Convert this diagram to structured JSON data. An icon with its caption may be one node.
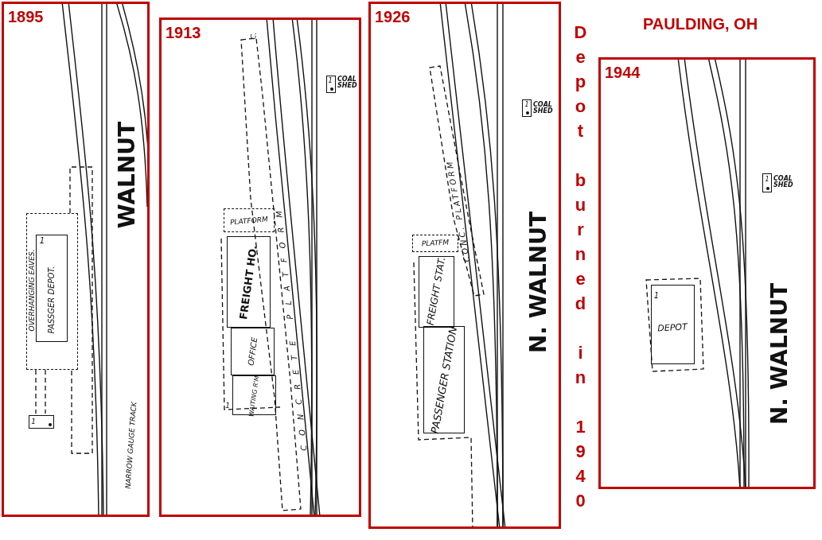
{
  "diagram": {
    "title": "PAULDING, OH",
    "nodes": [
      {
        "text": [
          "1895"
        ]
      },
      {
        "text": [
          "OVERHANGING EAVES."
        ],
        "in": 0
      },
      {
        "text": [
          "PASSGER DEPOT."
        ],
        "in": 1
      },
      {
        "text": [],
        "shape": "box",
        "in": 0
      },
      {
        "text": [
          "1913"
        ]
      },
      {
        "text": [
          "CONCRETE PLATFORM"
        ],
        "in": 4
      },
      {
        "text": [
          "PLATFORM"
        ],
        "in": 4
      },
      {
        "text": [
          "FREIGHT HO."
        ],
        "in": 4
      },
      {
        "text": [
          "OFFICE"
        ],
        "in": 4
      },
      {
        "text": [
          "WAITING R'M."
        ],
        "in": 4
      },
      {
        "text": [],
        "shape": "box",
        "in": 4,
        "beside": [
          "COAL SHED"
        ]
      },
      {
        "text": [
          "1926"
        ]
      },
      {
        "text": [
          "CONC. PLATFORM"
        ],
        "in": 11
      },
      {
        "text": [
          "PLATFM"
        ],
        "in": 11
      },
      {
        "text": [
          "FREIGHT STAT."
        ],
        "in": 11
      },
      {
        "text": [
          "PASSENGER STATION"
        ],
        "in": 11
      },
      {
        "text": [],
        "shape": "box",
        "in": 11,
        "beside": [
          "COAL SHED"
        ]
      },
      {
        "text": [
          "1944"
        ]
      },
      {
        "text": [
          "DEPOT"
        ],
        "in": 17
      },
      {
        "text": [],
        "shape": "box",
        "in": 17,
        "beside": [
          "COAL SHED"
        ]
      }
    ],
    "labels": [
      "Depot burned in 1940",
      "WALNUT",
      "NARROW GAUGE TRACK",
      "1",
      "1",
      "C.",
      "1",
      "1",
      "N. WALNUT",
      "1",
      "1",
      "1",
      "N. WALNUT"
    ]
  }
}
